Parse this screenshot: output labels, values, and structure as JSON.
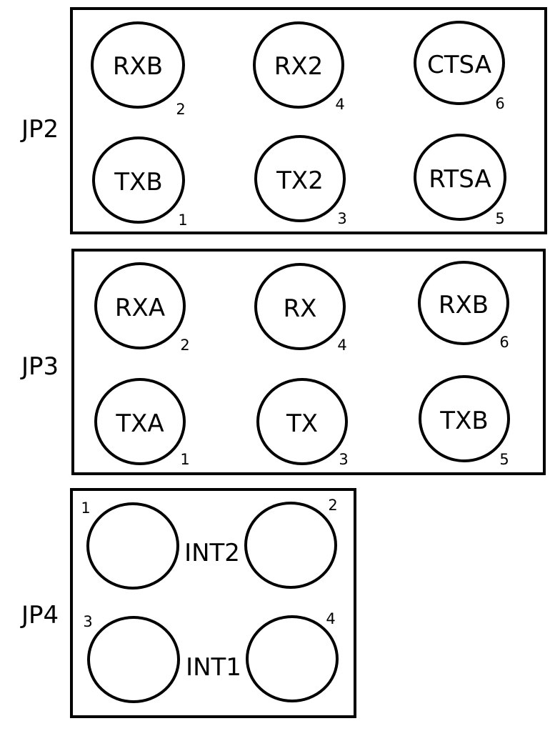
{
  "diagram": {
    "headers": [
      {
        "id": "JP2",
        "label": "JP2",
        "pins": [
          {
            "number": "2",
            "signal": "RXB"
          },
          {
            "number": "4",
            "signal": "RX2"
          },
          {
            "number": "6",
            "signal": "CTSA"
          },
          {
            "number": "1",
            "signal": "TXB"
          },
          {
            "number": "3",
            "signal": "TX2"
          },
          {
            "number": "5",
            "signal": "RTSA"
          }
        ]
      },
      {
        "id": "JP3",
        "label": "JP3",
        "pins": [
          {
            "number": "2",
            "signal": "RXA"
          },
          {
            "number": "4",
            "signal": "RX"
          },
          {
            "number": "6",
            "signal": "RXB"
          },
          {
            "number": "1",
            "signal": "TXA"
          },
          {
            "number": "3",
            "signal": "TX"
          },
          {
            "number": "5",
            "signal": "TXB"
          }
        ]
      },
      {
        "id": "JP4",
        "label": "JP4",
        "pins": [
          {
            "number": "1",
            "signal": ""
          },
          {
            "number": "2",
            "signal": ""
          },
          {
            "number": "3",
            "signal": ""
          },
          {
            "number": "4",
            "signal": ""
          }
        ],
        "jumper_labels": [
          {
            "label": "INT2",
            "pins": [
              "1",
              "2"
            ]
          },
          {
            "label": "INT1",
            "pins": [
              "3",
              "4"
            ]
          }
        ]
      }
    ]
  }
}
